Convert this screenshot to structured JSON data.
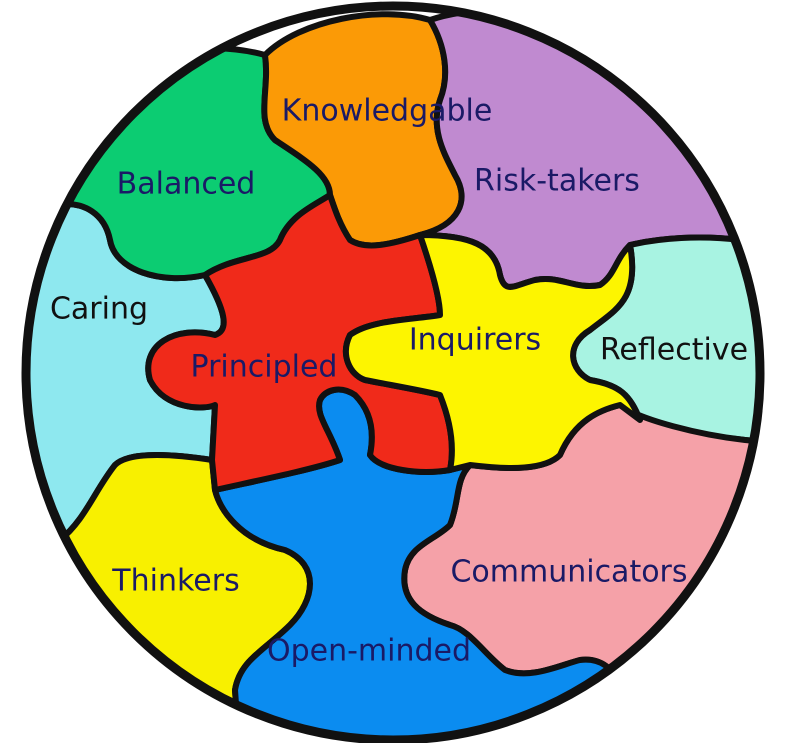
{
  "pieces": [
    {
      "id": "caring",
      "label": "Caring",
      "color": "#8ee8ef",
      "text_color": "#111111"
    },
    {
      "id": "thinkers",
      "label": "Thinkers",
      "color": "#f8f000",
      "text_color": "#1a1a66"
    },
    {
      "id": "balanced",
      "label": "Balanced",
      "color": "#0ccc72",
      "text_color": "#1a1a66"
    },
    {
      "id": "knowledgable",
      "label": "Knowledgable",
      "color": "#fb9a06",
      "text_color": "#1a1a66"
    },
    {
      "id": "risk-takers",
      "label": "Risk-takers",
      "color": "#c08ad0",
      "text_color": "#1a1a66"
    },
    {
      "id": "reflective",
      "label": "Reflective",
      "color": "#a8f3e2",
      "text_color": "#111111"
    },
    {
      "id": "communicators",
      "label": "Communicators",
      "color": "#f5a1a8",
      "text_color": "#1a1a66"
    },
    {
      "id": "open-minded",
      "label": "Open-minded",
      "color": "#0b8cf0",
      "text_color": "#1a1a66"
    },
    {
      "id": "principled",
      "label": "Principled",
      "color": "#f02a1a",
      "text_color": "#1a1a66"
    },
    {
      "id": "inquirers",
      "label": "Inquirers",
      "color": "#fdf500",
      "text_color": "#1a1a66"
    }
  ]
}
